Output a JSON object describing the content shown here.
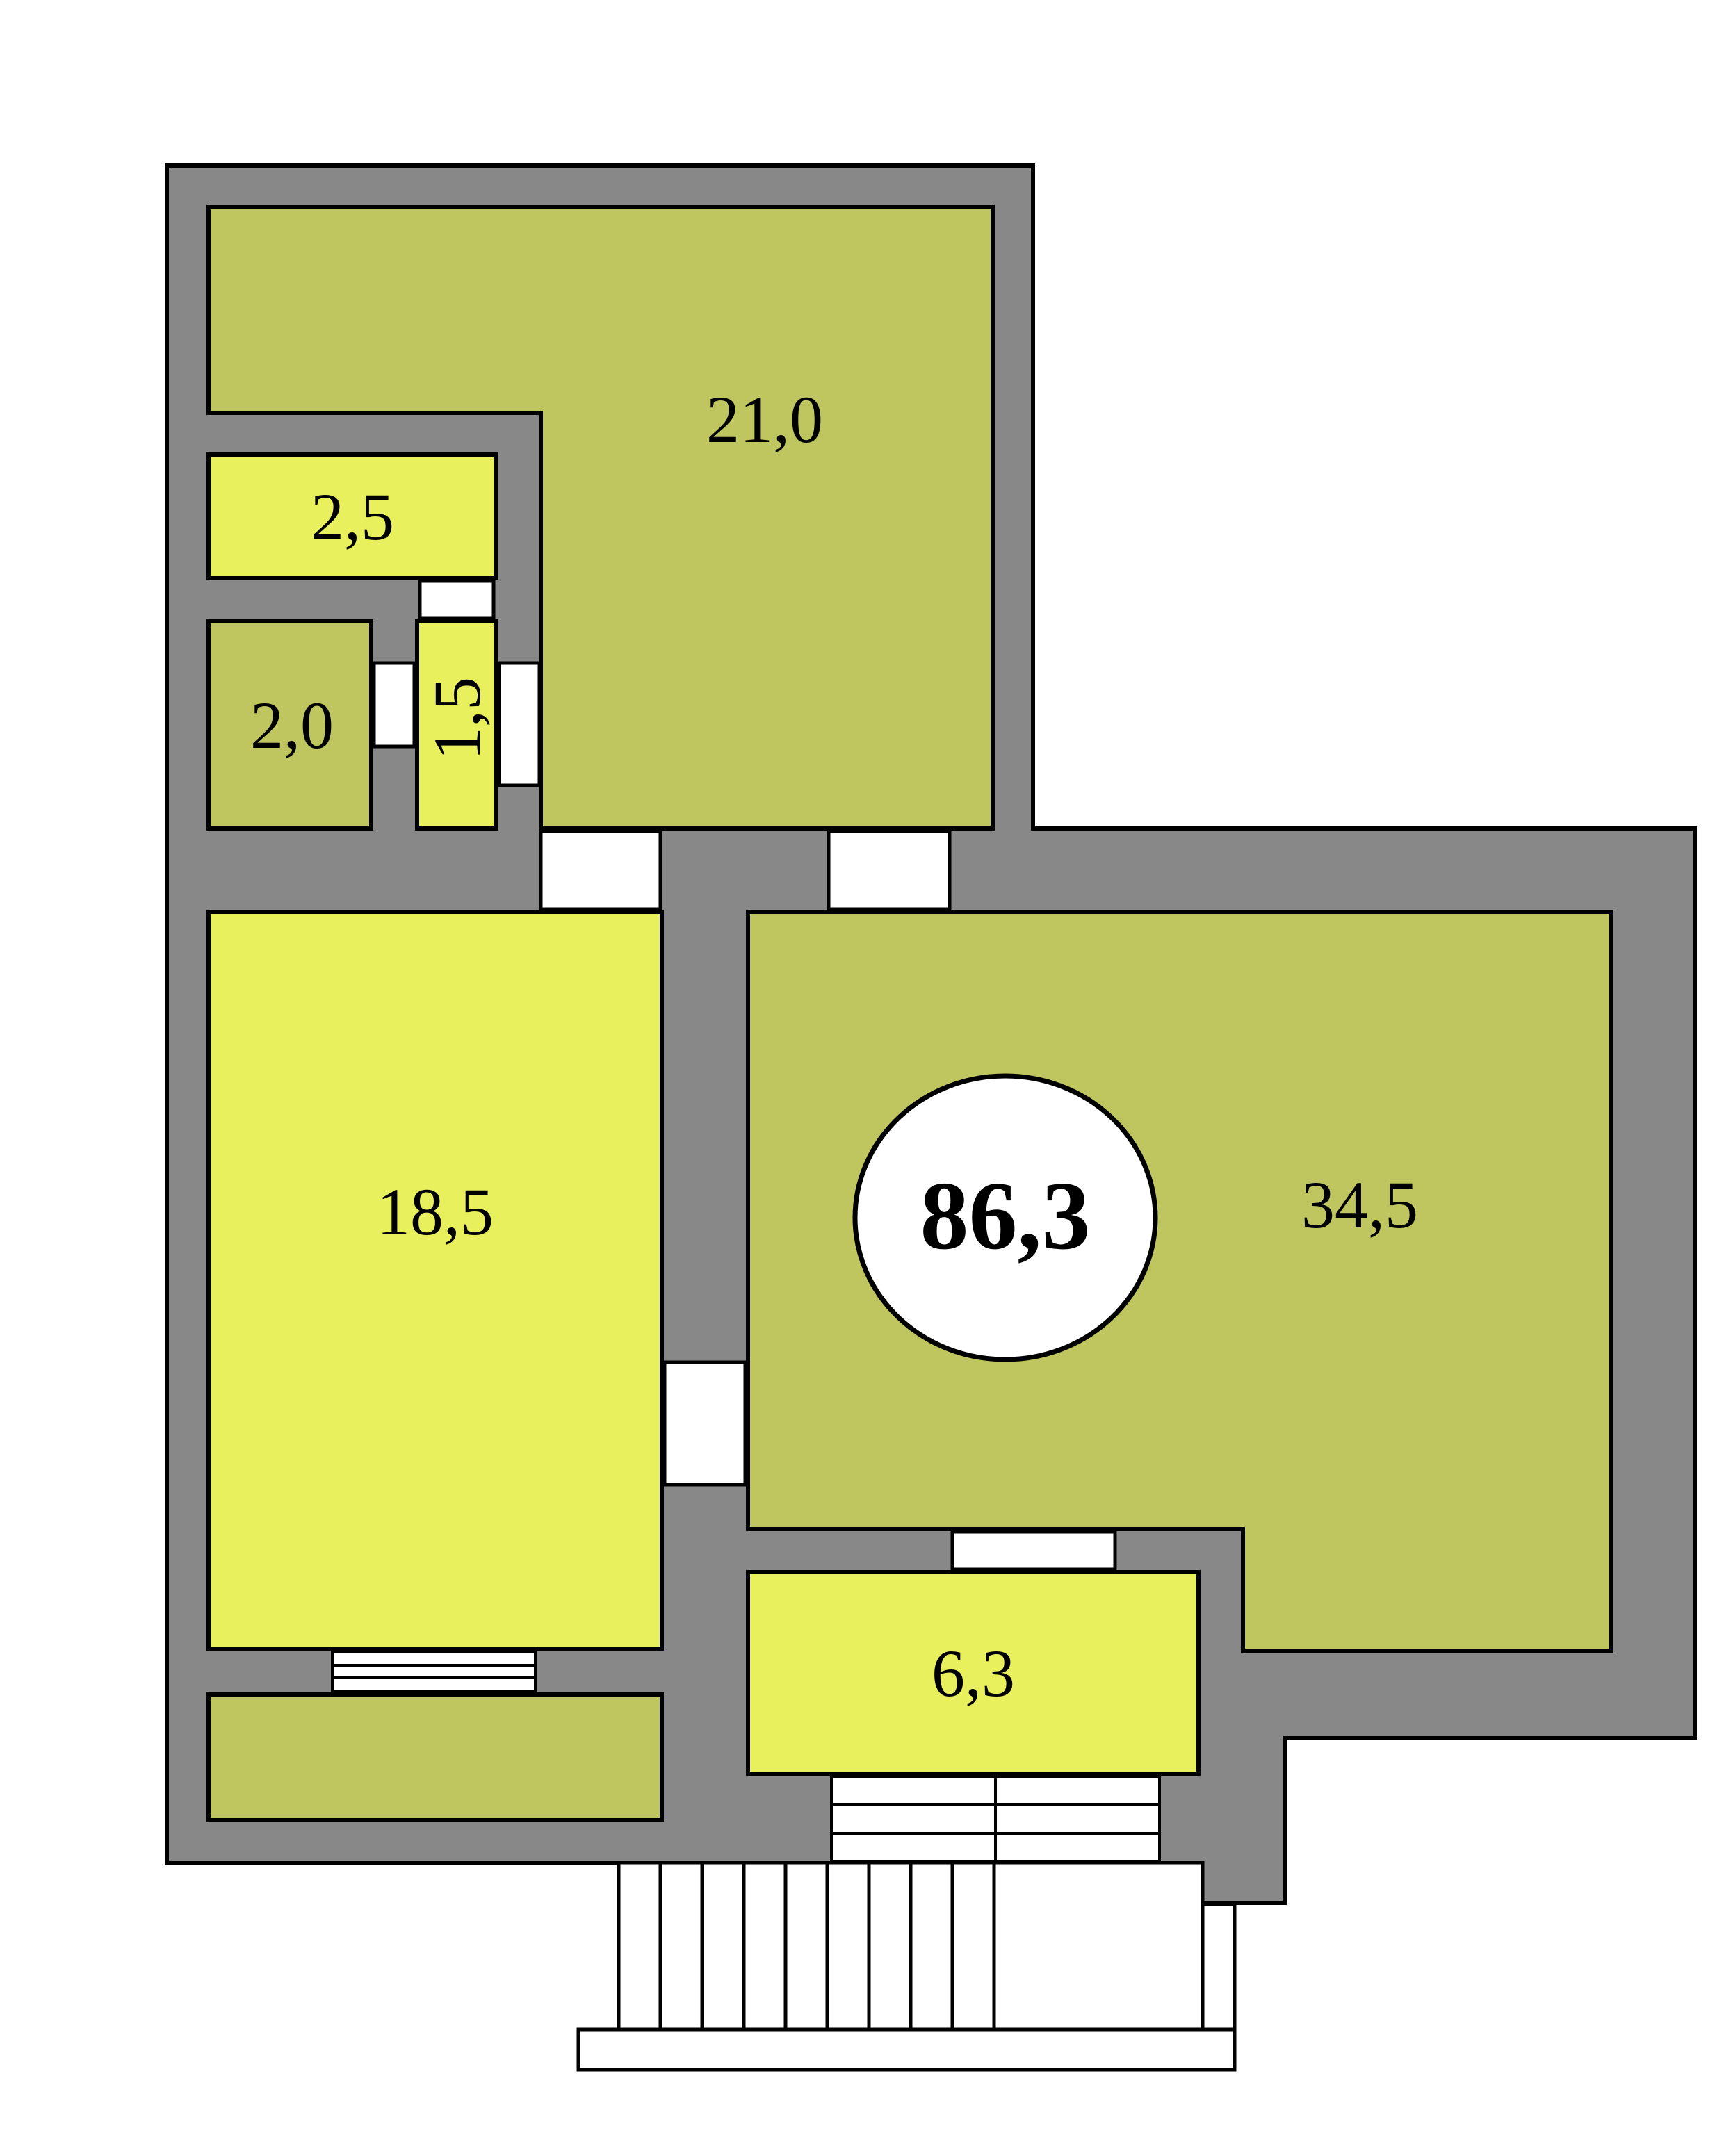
{
  "colors": {
    "wall": "#888888",
    "room_olive": "#bfc55f",
    "room_lime": "#e8f05e",
    "opening": "#ffffff",
    "outline": "#000000"
  },
  "rooms": {
    "r_21_0": "21,0",
    "r_2_5": "2,5",
    "r_2_0": "2,0",
    "r_1_5": "1,5",
    "r_18_5": "18,5",
    "r_34_5": "34,5",
    "r_6_3": "6,3"
  },
  "total_area": "86,3"
}
